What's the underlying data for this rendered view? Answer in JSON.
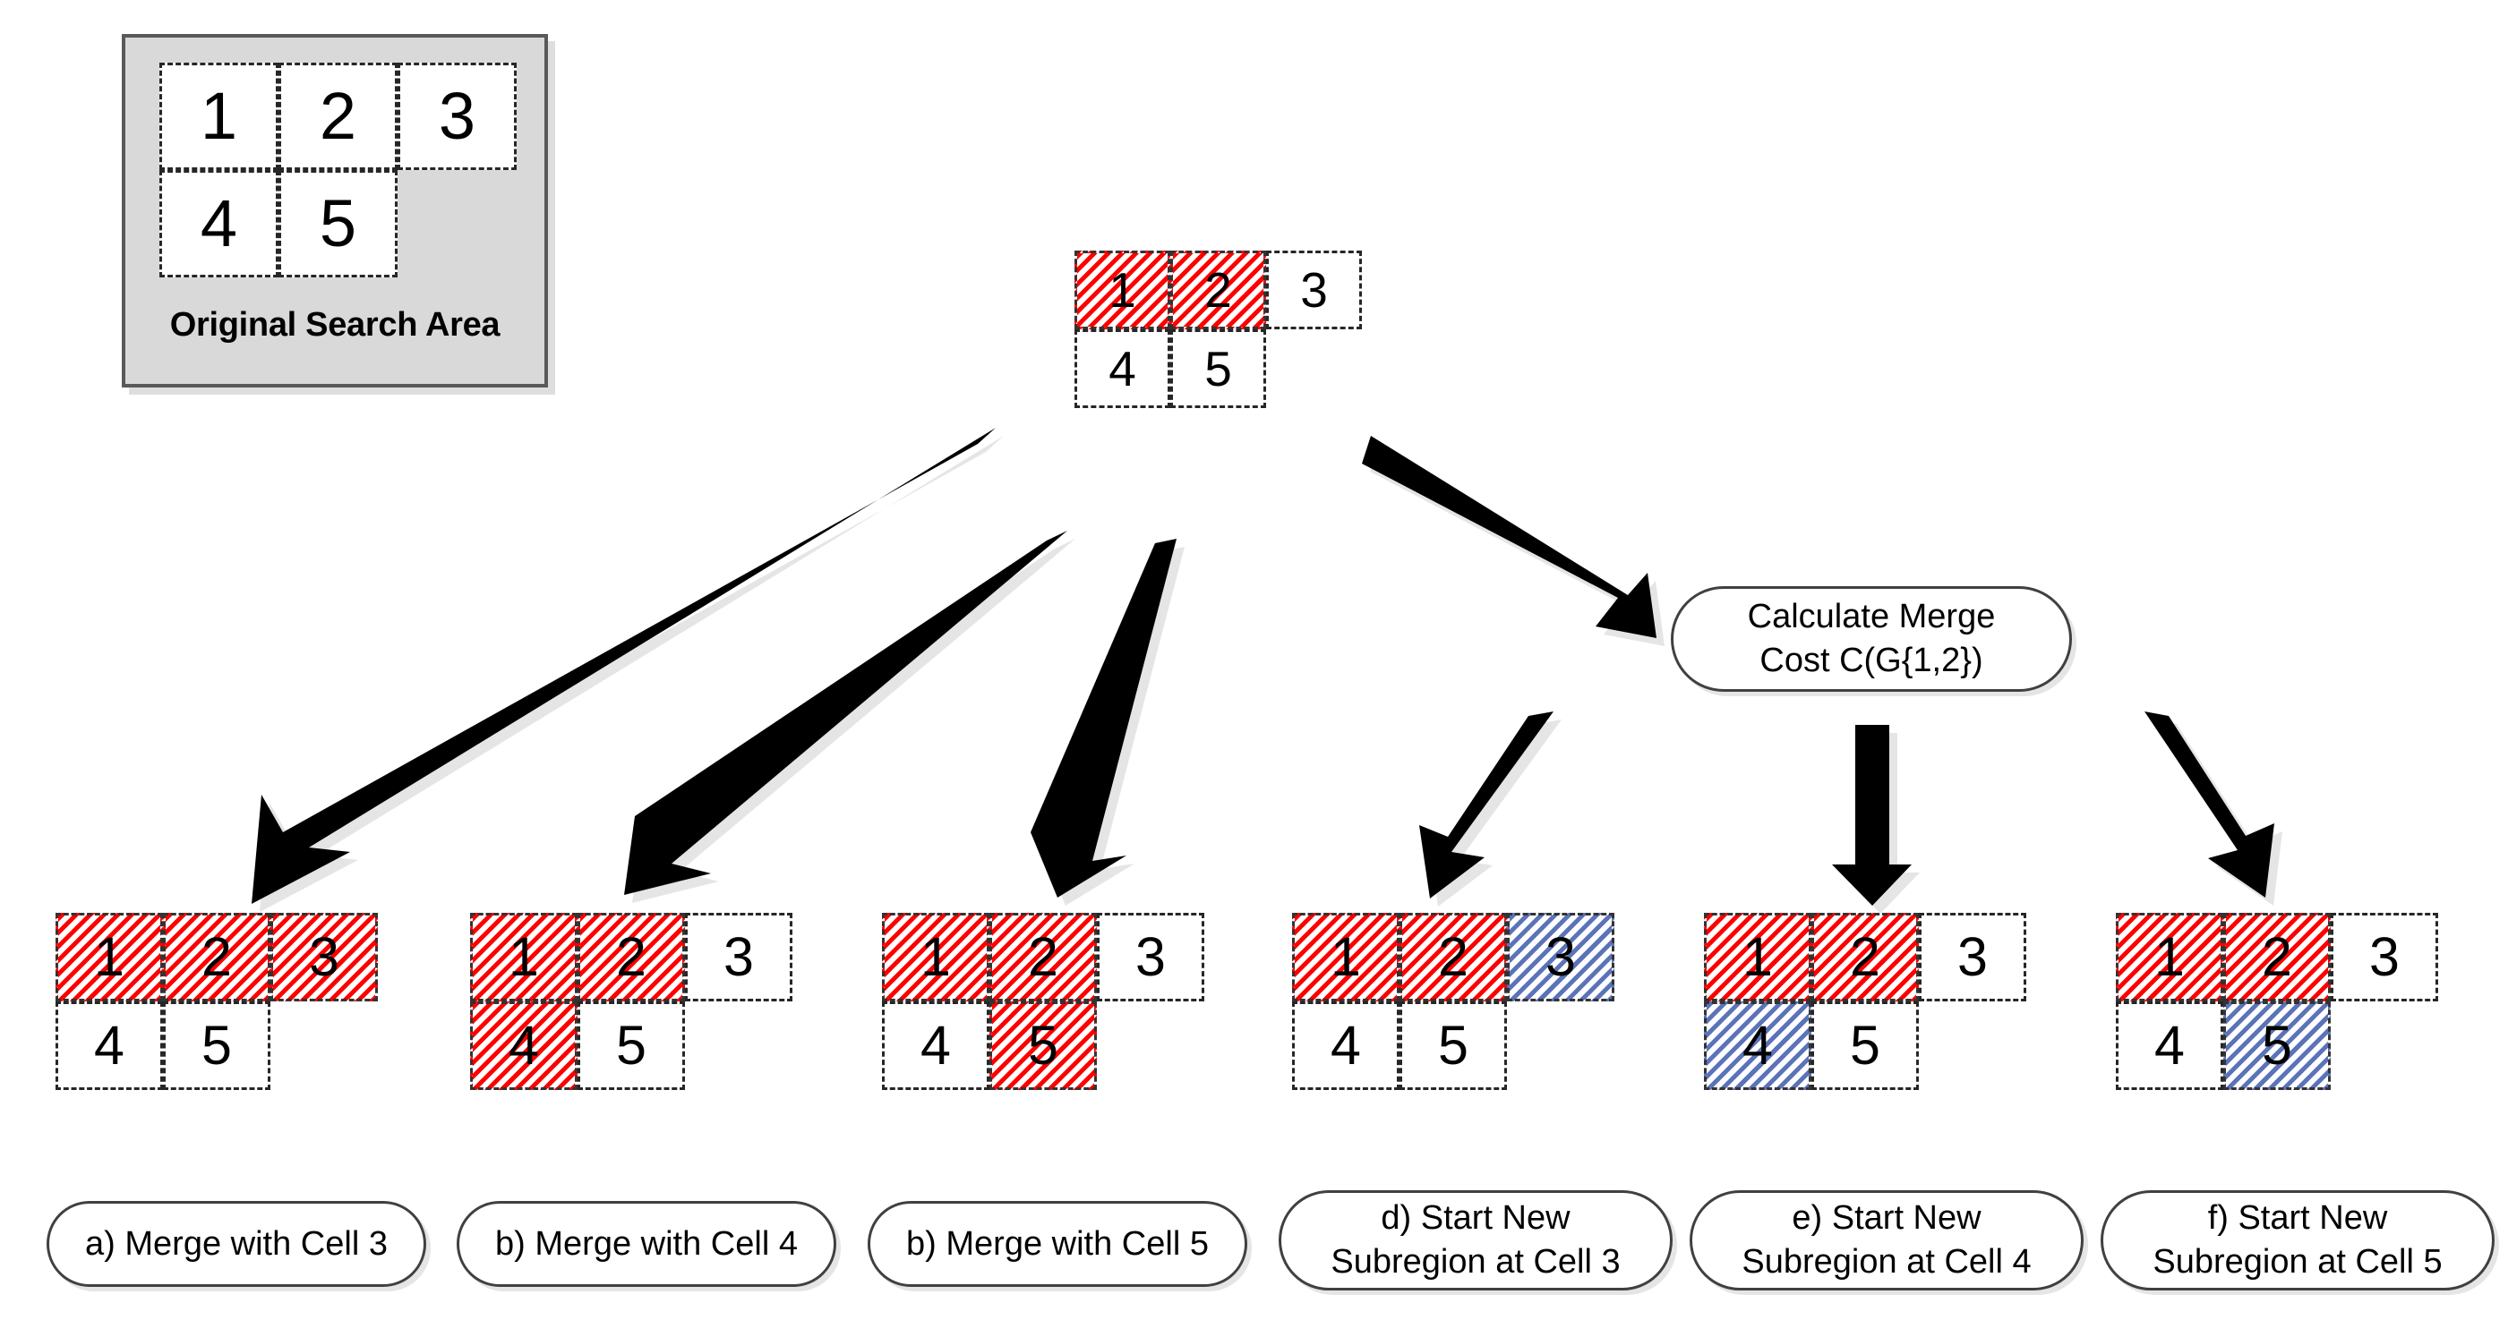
{
  "legend": {
    "title": "Original Search Area",
    "panel_bg": "#D9D9D9",
    "panel_border": "#595959",
    "cells": [
      {
        "label": "1",
        "fill": "none"
      },
      {
        "label": "2",
        "fill": "none"
      },
      {
        "label": "3",
        "fill": "none"
      },
      {
        "label": "4",
        "fill": "none"
      },
      {
        "label": "5",
        "fill": "none"
      }
    ]
  },
  "colors": {
    "red_hatch": "#FF0000",
    "blue_hatch": "#5B73B8",
    "cell_border": "#262626",
    "arrow": "#000000",
    "pill_border": "#404040"
  },
  "root_grid": {
    "name": "current-subregion-G12",
    "cells": [
      {
        "label": "1",
        "fill": "red"
      },
      {
        "label": "2",
        "fill": "red"
      },
      {
        "label": "3",
        "fill": "none"
      },
      {
        "label": "4",
        "fill": "none"
      },
      {
        "label": "5",
        "fill": "none"
      }
    ]
  },
  "merge_cost_box": {
    "label": "Calculate Merge\nCost C(G{1,2})"
  },
  "options": [
    {
      "id": "option-a",
      "caption": "a) Merge with Cell 3",
      "cells": [
        {
          "label": "1",
          "fill": "red"
        },
        {
          "label": "2",
          "fill": "red"
        },
        {
          "label": "3",
          "fill": "red"
        },
        {
          "label": "4",
          "fill": "none"
        },
        {
          "label": "5",
          "fill": "none"
        }
      ]
    },
    {
      "id": "option-b",
      "caption": "b) Merge with Cell 4",
      "cells": [
        {
          "label": "1",
          "fill": "red"
        },
        {
          "label": "2",
          "fill": "red"
        },
        {
          "label": "3",
          "fill": "none"
        },
        {
          "label": "4",
          "fill": "red"
        },
        {
          "label": "5",
          "fill": "none"
        }
      ]
    },
    {
      "id": "option-c",
      "caption": "b) Merge with Cell 5",
      "cells": [
        {
          "label": "1",
          "fill": "red"
        },
        {
          "label": "2",
          "fill": "red"
        },
        {
          "label": "3",
          "fill": "none"
        },
        {
          "label": "4",
          "fill": "none"
        },
        {
          "label": "5",
          "fill": "red"
        }
      ]
    },
    {
      "id": "option-d",
      "caption": "d) Start New\nSubregion at Cell 3",
      "cells": [
        {
          "label": "1",
          "fill": "red"
        },
        {
          "label": "2",
          "fill": "red"
        },
        {
          "label": "3",
          "fill": "blue"
        },
        {
          "label": "4",
          "fill": "none"
        },
        {
          "label": "5",
          "fill": "none"
        }
      ]
    },
    {
      "id": "option-e",
      "caption": "e) Start New\nSubregion at Cell 4",
      "cells": [
        {
          "label": "1",
          "fill": "red"
        },
        {
          "label": "2",
          "fill": "red"
        },
        {
          "label": "3",
          "fill": "none"
        },
        {
          "label": "4",
          "fill": "blue"
        },
        {
          "label": "5",
          "fill": "none"
        }
      ]
    },
    {
      "id": "option-f",
      "caption": "f) Start New\nSubregion at Cell 5",
      "cells": [
        {
          "label": "1",
          "fill": "red"
        },
        {
          "label": "2",
          "fill": "red"
        },
        {
          "label": "3",
          "fill": "none"
        },
        {
          "label": "4",
          "fill": "none"
        },
        {
          "label": "5",
          "fill": "blue"
        }
      ]
    }
  ]
}
